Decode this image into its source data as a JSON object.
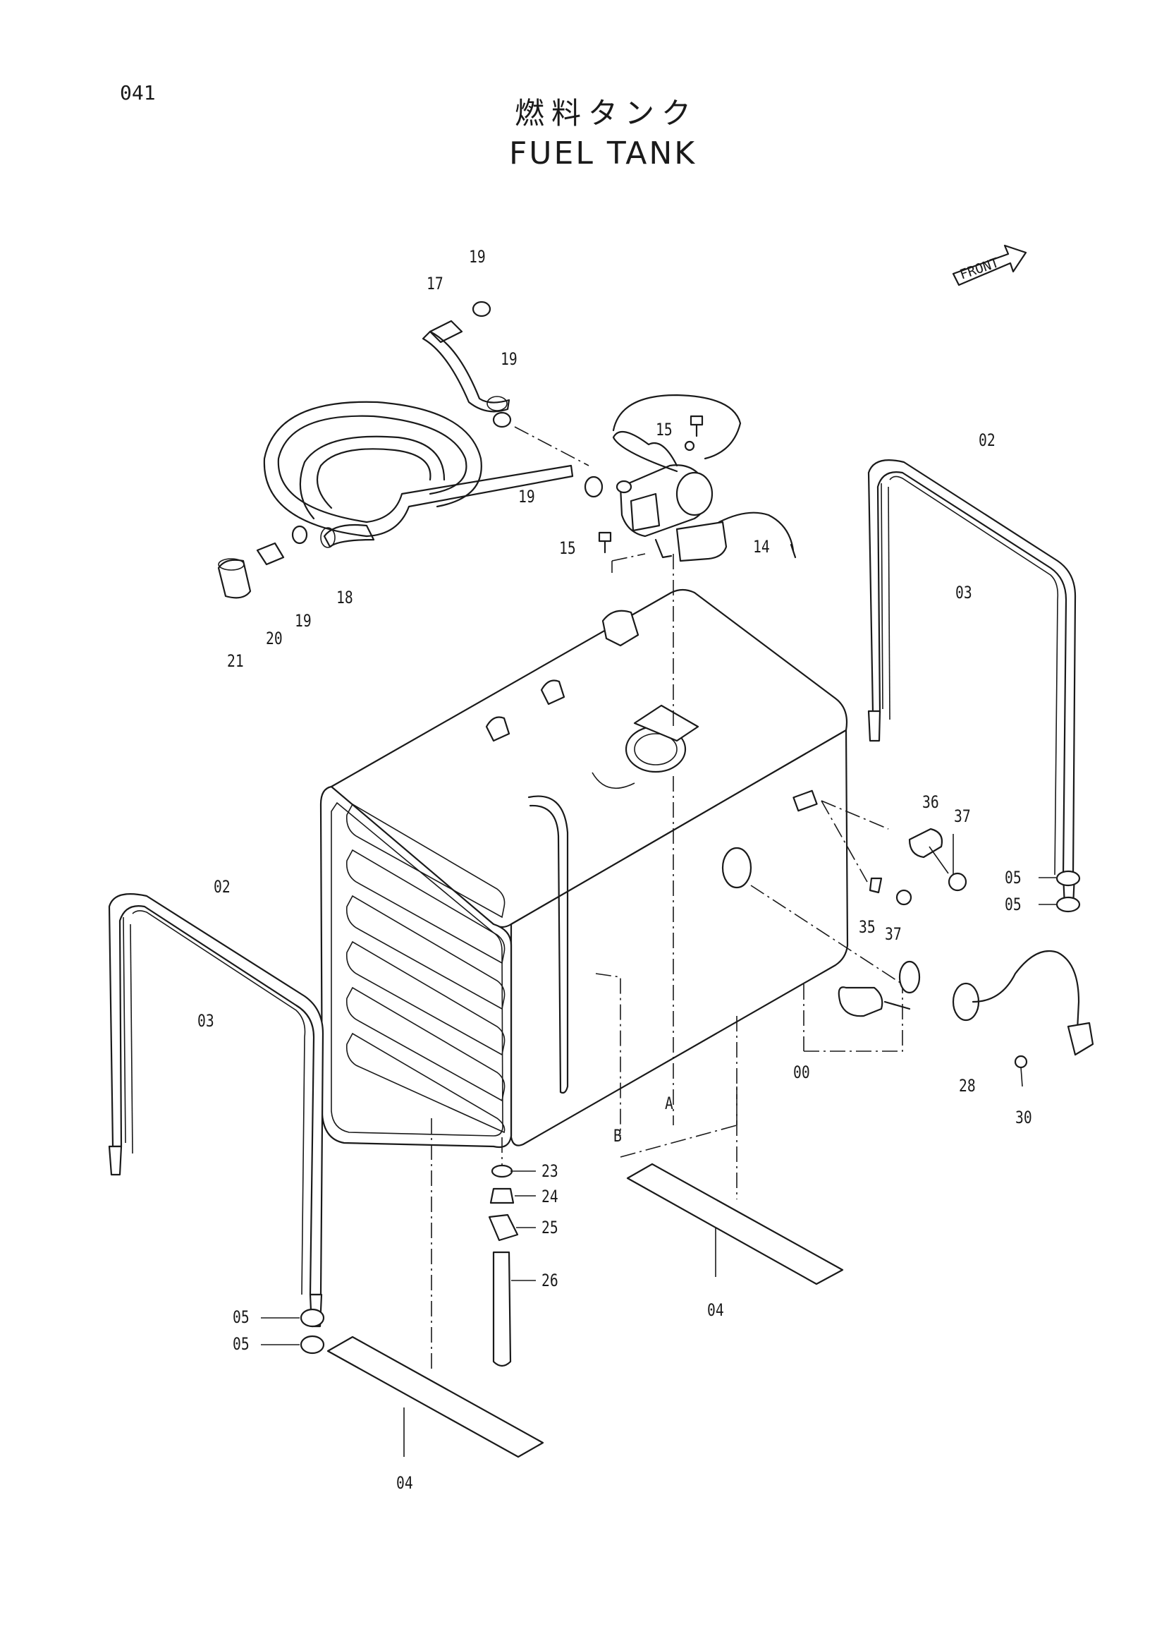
{
  "page_number": "041",
  "title_jp": "燃料タンク",
  "title_en": "FUEL TANK",
  "front_marker": "FRONT",
  "callouts": {
    "l19a": "19",
    "l17": "17",
    "l19b": "19",
    "l15a": "15",
    "l19c": "19",
    "l15b": "15",
    "l14": "14",
    "l18": "18",
    "l19d": "19",
    "l20": "20",
    "l21": "21",
    "l02a": "02",
    "l03a": "03",
    "l36": "36",
    "l37a": "37",
    "l05a": "05",
    "l05b": "05",
    "l35": "35",
    "l37b": "37",
    "l02b": "02",
    "l03b": "03",
    "l00": "00",
    "l28": "28",
    "l30": "30",
    "lA": "A",
    "lB": "B",
    "l23": "23",
    "l24": "24",
    "l25": "25",
    "l26": "26",
    "l04a": "04",
    "l05c": "05",
    "l05d": "05",
    "l04b": "04"
  }
}
